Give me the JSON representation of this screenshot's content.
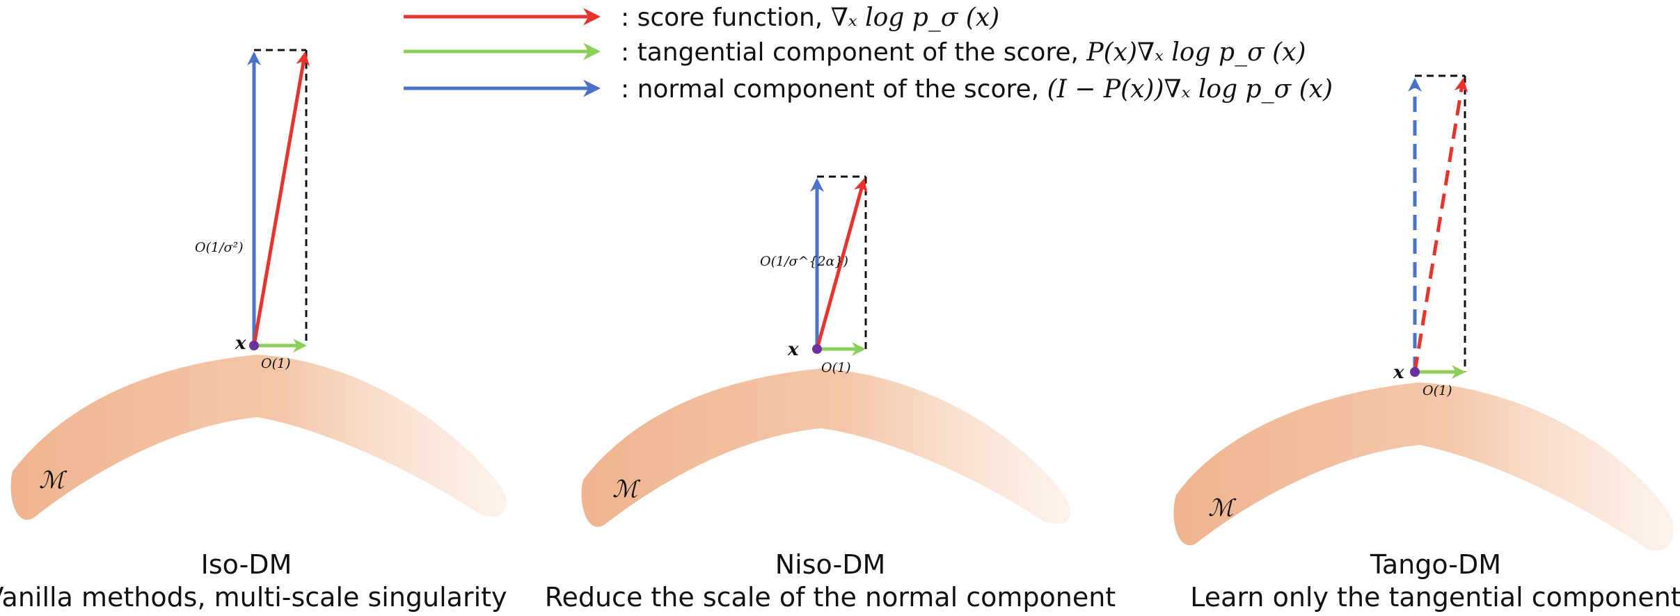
{
  "colors": {
    "score": "#e8322c",
    "tangential": "#8bcf5a",
    "normal": "#4a72c8",
    "point": "#6b2fa0",
    "manifold": "#efb48f"
  },
  "legend": {
    "score": {
      "label": ": score function, ",
      "formula": "∇ₓ log p_σ (x)"
    },
    "tangential": {
      "label": ": tangential component of the score, ",
      "formula": "P(x)∇ₓ log p_σ (x)"
    },
    "normal": {
      "label": ": normal component of the score, ",
      "formula": "(I − P(x))∇ₓ log p_σ (x)"
    }
  },
  "panels": {
    "iso": {
      "title": "Iso-DM",
      "subtitle": "Vanilla methods, multi-scale singularity",
      "point_label": "x",
      "normal_scale": "O(1/σ²)",
      "tangent_scale": "O(1)",
      "manifold_label": "ℳ"
    },
    "niso": {
      "title": "Niso-DM",
      "subtitle": "Reduce the scale of the normal component",
      "point_label": "x",
      "normal_scale": "O(1/σ^{2α})",
      "tangent_scale": "O(1)",
      "manifold_label": "ℳ"
    },
    "tango": {
      "title": "Tango-DM",
      "subtitle": "Learn only the tangential component",
      "point_label": "x",
      "tangent_scale": "O(1)",
      "manifold_label": "ℳ"
    }
  }
}
